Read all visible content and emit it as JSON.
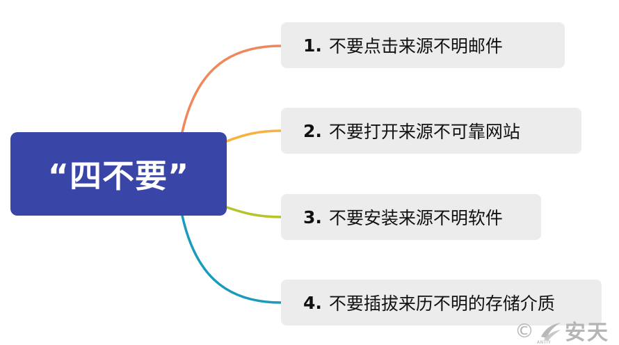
{
  "central": {
    "title": "“四不要”"
  },
  "branches": [
    {
      "number": "1.",
      "text": "不要点击来源不明邮件",
      "color": "#f0865a"
    },
    {
      "number": "2.",
      "text": "不要打开来源不可靠网站",
      "color": "#f8b040"
    },
    {
      "number": "3.",
      "text": "不要安装来源不明软件",
      "color": "#b5c42c"
    },
    {
      "number": "4.",
      "text": "不要插拔来历不明的存储介质",
      "color": "#1a9bbb"
    }
  ],
  "watermark": {
    "copyright": "©",
    "logo_text": "ANTIY",
    "name": "安天"
  }
}
